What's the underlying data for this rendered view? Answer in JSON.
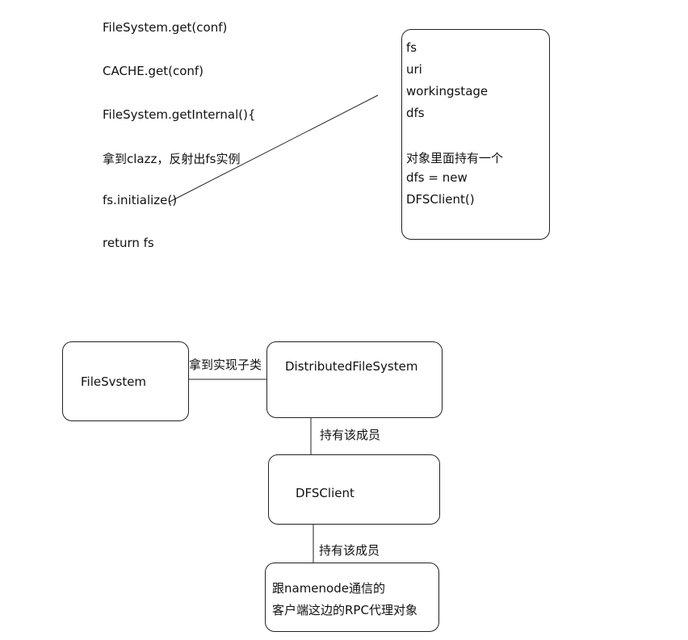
{
  "code_lines": [
    "FileSystem.get(conf)",
    "CACHE.get(conf)",
    "FileSystem.getInternal(){",
    "拿到clazz，反射出fs实例",
    "fs.initialize()",
    "return fs"
  ],
  "note_box": {
    "lines": [
      "fs",
      "uri",
      "workingstage",
      "dfs",
      "",
      "对象里面持有一个",
      "dfs = new",
      "DFSClient()"
    ]
  },
  "nodes": {
    "filesystem": "FileSvstem",
    "distributed": "DistributedFileSystem",
    "dfsclient": "DFSClient",
    "rpc_line1": "跟namenode通信的",
    "rpc_line2": "客户端这边的RPC代理对象"
  },
  "edges": {
    "fs_to_dfs": "拿到实现子类",
    "dfs_to_client": "持有该成员",
    "client_to_rpc": "持有该成员"
  }
}
